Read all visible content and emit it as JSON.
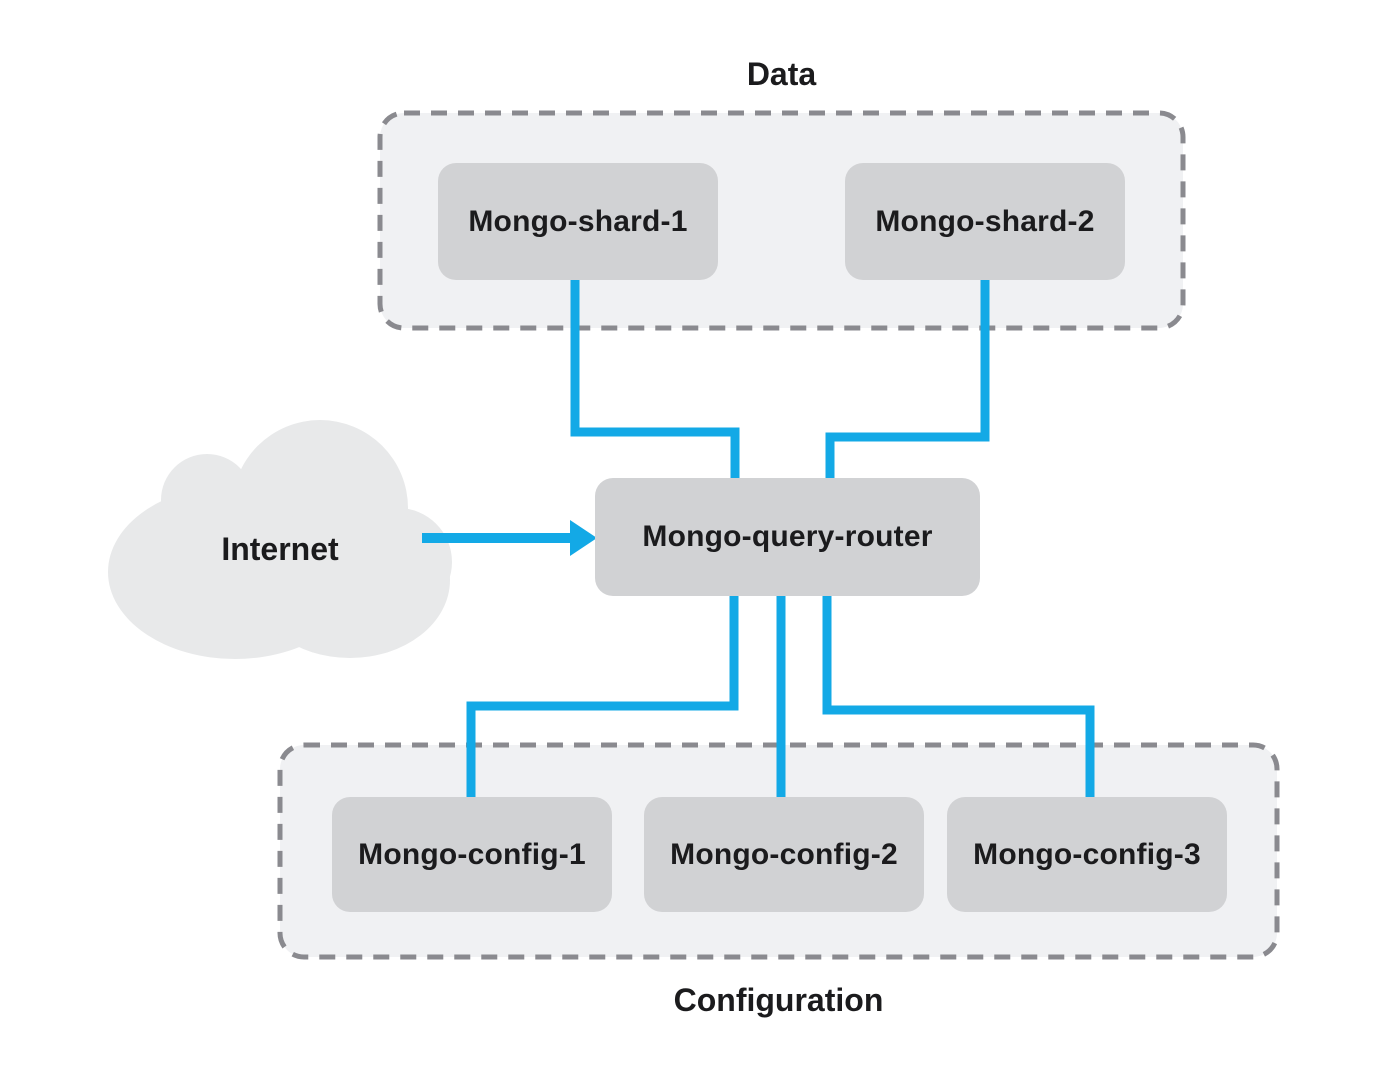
{
  "diagram": {
    "title_top": "Data",
    "title_bottom": "Configuration",
    "cloud_label": "Internet",
    "nodes": {
      "shard1": "Mongo-shard-1",
      "shard2": "Mongo-shard-2",
      "router": "Mongo-query-router",
      "config1": "Mongo-config-1",
      "config2": "Mongo-config-2",
      "config3": "Mongo-config-3"
    },
    "groups": [
      {
        "label": "Data",
        "members": [
          "Mongo-shard-1",
          "Mongo-shard-2"
        ]
      },
      {
        "label": "Configuration",
        "members": [
          "Mongo-config-1",
          "Mongo-config-2",
          "Mongo-config-3"
        ]
      }
    ],
    "edges": [
      {
        "from": "Internet",
        "to": "Mongo-query-router",
        "style": "arrow"
      },
      {
        "from": "Mongo-shard-1",
        "to": "Mongo-query-router",
        "style": "line"
      },
      {
        "from": "Mongo-shard-2",
        "to": "Mongo-query-router",
        "style": "line"
      },
      {
        "from": "Mongo-query-router",
        "to": "Mongo-config-1",
        "style": "line"
      },
      {
        "from": "Mongo-query-router",
        "to": "Mongo-config-2",
        "style": "line"
      },
      {
        "from": "Mongo-query-router",
        "to": "Mongo-config-3",
        "style": "line"
      }
    ],
    "colors": {
      "connector": "#13a9e6",
      "node_fill": "#d1d2d4",
      "group_fill": "#f0f1f3",
      "group_border": "#8a8a8f",
      "cloud_fill": "#e8e9ea",
      "text": "#1b1b1d"
    }
  }
}
